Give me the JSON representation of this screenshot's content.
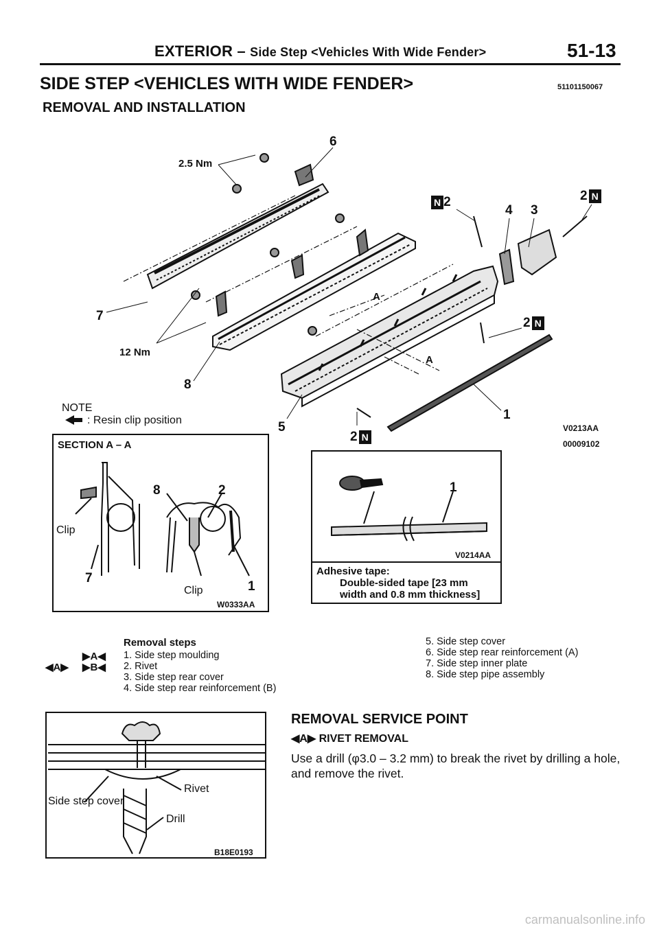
{
  "header": {
    "section": "EXTERIOR",
    "separator": "–",
    "subsection": "Side Step <Vehicles With Wide Fender>",
    "page_number": "51-13"
  },
  "title": "SIDE STEP <VEHICLES WITH WIDE FENDER>",
  "doc_code": "51101150067",
  "subtitle": "REMOVAL AND INSTALLATION",
  "diagram": {
    "torque_top": "2.5 Nm",
    "torque_bottom": "12 Nm",
    "callouts": [
      "6",
      "7",
      "8",
      "5",
      "1",
      "4",
      "3",
      "2",
      "2",
      "2",
      "2",
      "A",
      "A"
    ],
    "n_mark": "N",
    "note_title": "NOTE",
    "note_text": ": Resin clip position",
    "figure_code": "V0213AA",
    "figure_code2": "00009102"
  },
  "section_box": {
    "title": "SECTION A – A",
    "clip_left": "Clip",
    "clip_bottom": "Clip",
    "n8": "8",
    "n2": "2",
    "n7": "7",
    "n1": "1",
    "code": "W0333AA"
  },
  "tape_box": {
    "n1": "1",
    "code": "V0214AA",
    "label": "Adhesive tape:",
    "line1": "Double-sided tape [23 mm",
    "line2": "width and 0.8 mm thickness]"
  },
  "removal": {
    "title": "Removal steps",
    "marks": {
      "a_mark": "▶A◀",
      "ab_mark": "◀A▶",
      "b_mark": "▶B◀"
    },
    "steps_left": [
      "1. Side step moulding",
      "2. Rivet",
      "3. Side step rear cover",
      "4. Side step rear reinforcement (B)"
    ],
    "steps_right": [
      "5. Side step cover",
      "6. Side step rear reinforcement (A)",
      "7. Side step inner plate",
      "8. Side step pipe assembly"
    ]
  },
  "rivet_box": {
    "rivet": "Rivet",
    "cover": "Side step cover",
    "drill": "Drill",
    "code": "B18E0193"
  },
  "service": {
    "title": "REMOVAL SERVICE POINT",
    "item_mark": "◀A▶",
    "item_title": "RIVET REMOVAL",
    "text": "Use a drill (φ3.0 – 3.2 mm) to break the rivet by drilling a hole, and remove the rivet."
  },
  "watermark": "carmanualsonline.info"
}
